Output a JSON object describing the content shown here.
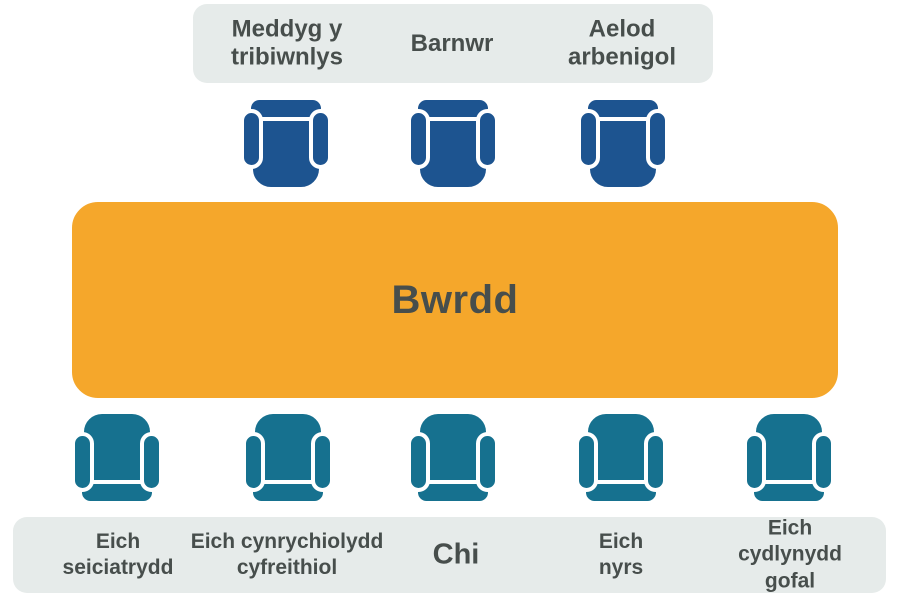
{
  "colors": {
    "background": "#FFFFFF",
    "table_fill": "#F5A72B",
    "top_chair_fill": "#1D5490",
    "bottom_chair_fill": "#16718F",
    "panel_fill": "#E6EBEA",
    "text": "#474E4C"
  },
  "table": {
    "label": "Bwrdd"
  },
  "top_panel": {
    "labels": [
      {
        "name": "meddyg-y-tribiwnlys",
        "lines": [
          "Meddyg y",
          "tribiwnlys"
        ]
      },
      {
        "name": "barnwr",
        "lines": [
          "Barnwr"
        ]
      },
      {
        "name": "aelod-arbenigol",
        "lines": [
          "Aelod",
          "arbenigol"
        ]
      }
    ]
  },
  "bottom_panel": {
    "labels": [
      {
        "name": "eich-seiciatrydd",
        "lines": [
          "Eich",
          "seiciatrydd"
        ]
      },
      {
        "name": "eich-cynrychiolydd-cyfreithiol",
        "lines": [
          "Eich cynrychiolydd",
          "cyfreithiol"
        ]
      },
      {
        "name": "chi",
        "lines": [
          "Chi"
        ]
      },
      {
        "name": "eich-nyrs",
        "lines": [
          "Eich",
          "nyrs"
        ]
      },
      {
        "name": "eich-cydlynydd-gofal",
        "lines": [
          "Eich cydlynydd",
          "gofal"
        ]
      }
    ]
  },
  "chairs": {
    "top_count": 3,
    "bottom_count": 5
  }
}
